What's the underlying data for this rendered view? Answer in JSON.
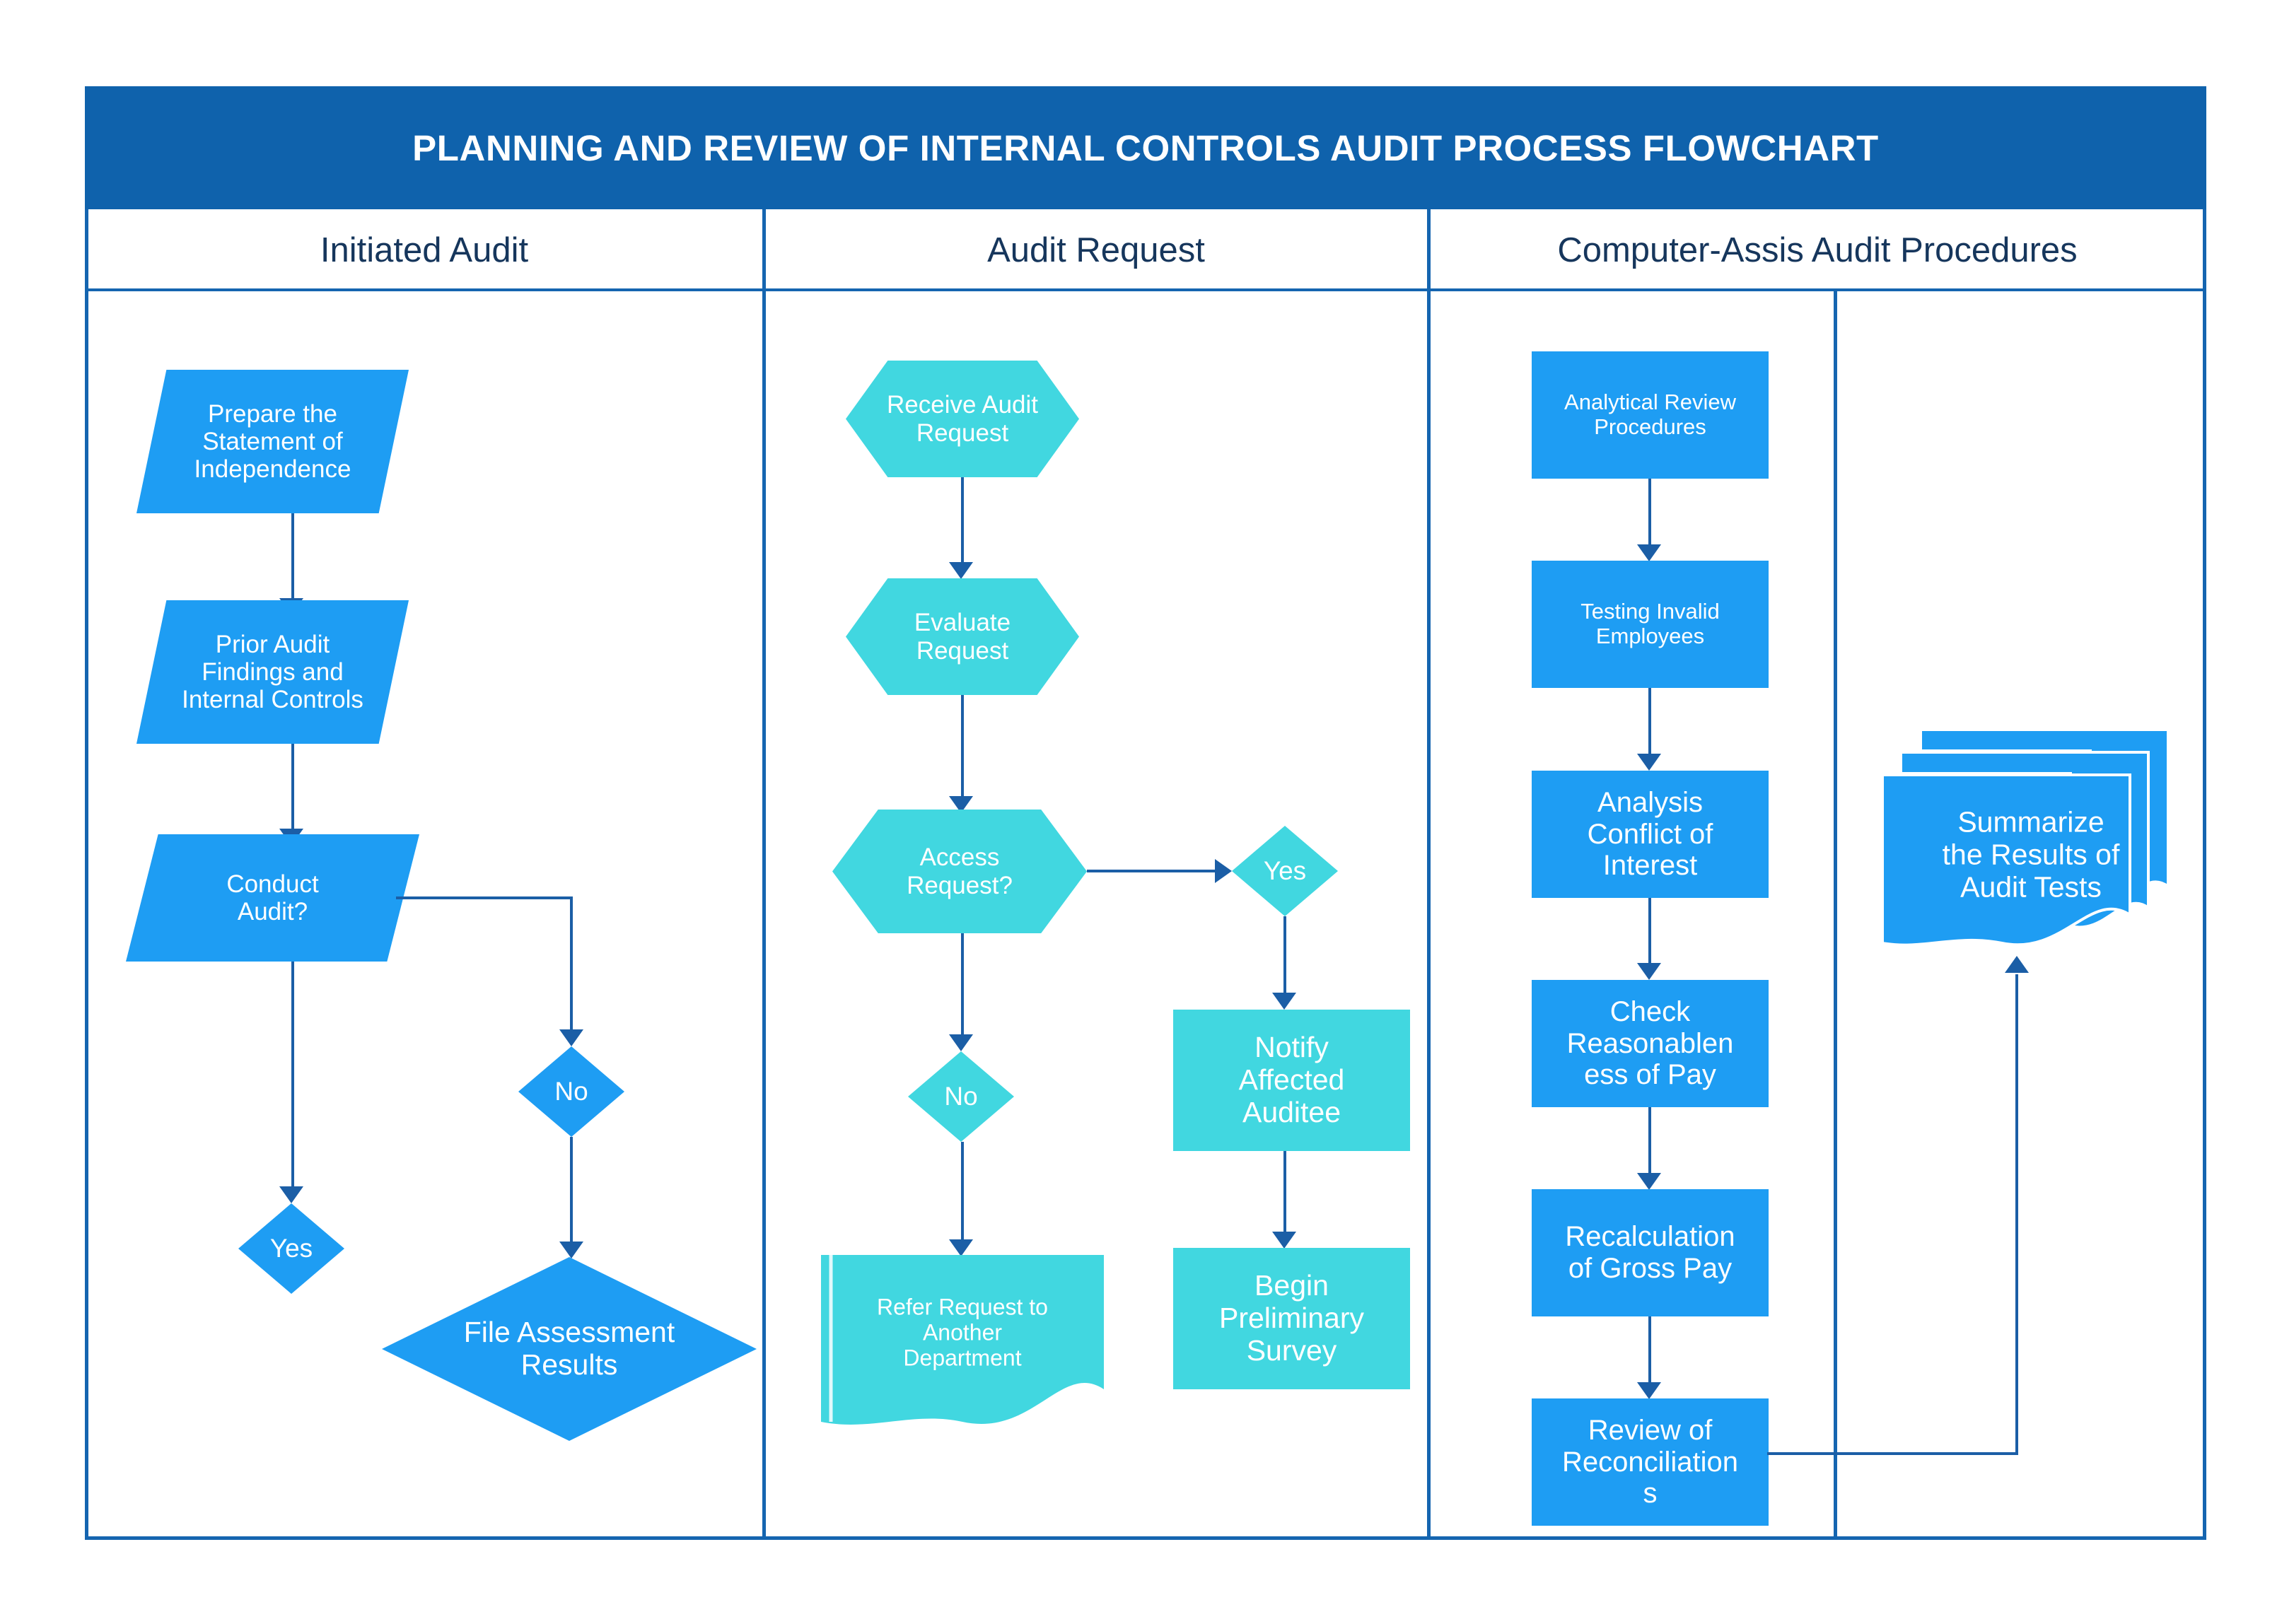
{
  "title": "PLANNING AND REVIEW OF INTERNAL CONTROLS AUDIT PROCESS FLOWCHART",
  "colors": {
    "title_bar": "#0f62ac",
    "frame_border": "#1565b0",
    "process_blue": "#1e9df3",
    "process_cyan": "#41d7e0",
    "connector": "#1b5ea6",
    "header_text": "#16365c",
    "shape_text": "#ffffff"
  },
  "columns": [
    {
      "label": "Initiated Audit"
    },
    {
      "label": "Audit Request"
    },
    {
      "label": "Computer-Assis Audit Procedures"
    }
  ],
  "nodes": {
    "prepare_statement": "Prepare the\nStatement of\nIndependence",
    "prior_findings": "Prior Audit\nFindings and\nInternal Controls",
    "conduct_audit": "Conduct\nAudit?",
    "yes_1": "Yes",
    "no_1": "No",
    "file_assessment": "File Assessment\nResults",
    "receive_request": "Receive Audit\nRequest",
    "evaluate_request": "Evaluate\nRequest",
    "access_request": "Access\nRequest?",
    "yes_2": "Yes",
    "no_2": "No",
    "notify_auditee": "Notify\nAffected\nAuditee",
    "begin_survey": "Begin\nPreliminary\nSurvey",
    "refer_request": "Refer Request to\nAnother\nDepartment",
    "analytical_review": "Analytical Review\nProcedures",
    "testing_invalid": "Testing Invalid\nEmployees",
    "analysis_conflict": "Analysis\nConflict of\nInterest",
    "check_reasonableness": "Check\nReasonablen\ness of Pay",
    "recalculation": "Recalculation\nof Gross Pay",
    "review_recon": "Review of\nReconciliation\ns",
    "summarize_results": "Summarize\nthe Results of\nAudit Tests"
  },
  "flow_edges": [
    {
      "from": "prepare_statement",
      "to": "prior_findings",
      "type": "down-arrow"
    },
    {
      "from": "prior_findings",
      "to": "conduct_audit",
      "type": "down-arrow"
    },
    {
      "from": "conduct_audit",
      "to": "yes_1",
      "type": "down-arrow"
    },
    {
      "from": "conduct_audit",
      "to": "no_1",
      "type": "right-then-down-arrow"
    },
    {
      "from": "no_1",
      "to": "file_assessment",
      "type": "down-arrow"
    },
    {
      "from": "receive_request",
      "to": "evaluate_request",
      "type": "down-arrow"
    },
    {
      "from": "evaluate_request",
      "to": "access_request",
      "type": "down-arrow"
    },
    {
      "from": "access_request",
      "to": "yes_2",
      "type": "right-arrow"
    },
    {
      "from": "access_request",
      "to": "no_2",
      "type": "down-arrow"
    },
    {
      "from": "yes_2",
      "to": "notify_auditee",
      "type": "down-arrow"
    },
    {
      "from": "notify_auditee",
      "to": "begin_survey",
      "type": "down-arrow"
    },
    {
      "from": "no_2",
      "to": "refer_request",
      "type": "down-arrow"
    },
    {
      "from": "analytical_review",
      "to": "testing_invalid",
      "type": "down-arrow"
    },
    {
      "from": "testing_invalid",
      "to": "analysis_conflict",
      "type": "down-arrow"
    },
    {
      "from": "analysis_conflict",
      "to": "check_reasonableness",
      "type": "down-arrow"
    },
    {
      "from": "check_reasonableness",
      "to": "recalculation",
      "type": "down-arrow"
    },
    {
      "from": "recalculation",
      "to": "review_recon",
      "type": "down-arrow"
    },
    {
      "from": "review_recon",
      "to": "summarize_results",
      "type": "right-then-up-arrow"
    }
  ]
}
